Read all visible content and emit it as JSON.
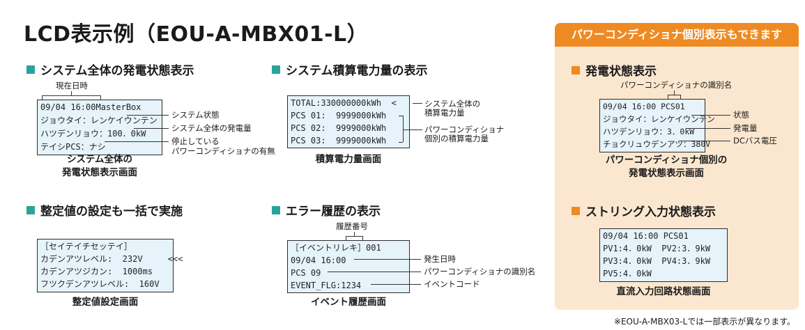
{
  "title": "LCD表示例（EOU-A-MBX01-L）",
  "sections": {
    "overall": {
      "heading": "システム全体の発電状態表示",
      "top_label": "現在日時",
      "lcd": [
        "09/04 16:00MasterBox",
        "ジョウタイ：レンケイウンテン",
        "ハツデンリョウ：100．0kW",
        "テイシPCS：ナシ"
      ],
      "labels": [
        "システム状態",
        "システム全体の発電量",
        "停止している",
        "パワーコンディショナの有無"
      ],
      "caption": [
        "システム全体の",
        "発電状態表示画面"
      ]
    },
    "energy": {
      "heading": "システム積算電力量の表示",
      "lcd": [
        "TOTAL:330000000kWh  <",
        "PCS 01:  9999000kWh",
        "PCS 02:  9999000kWh",
        "PCS 03:  9999000kWh"
      ],
      "labels": [
        "システム全体の",
        "積算電力量",
        "パワーコンディショナ",
        "個別の積算電力量"
      ],
      "caption": "積算電力量画面"
    },
    "settings": {
      "heading": "整定値の設定も一括で実施",
      "lcd": [
        "［セイテイチセッテイ］",
        "カデンアツレベル:  232V     <<<",
        "カデンアツジカン:  1000ms",
        "フツクデンアツレベル:  160V"
      ],
      "caption": "整定値設定画面"
    },
    "error": {
      "heading": "エラー履歴の表示",
      "top_label": "履歴番号",
      "lcd": [
        "［イベントリレキ］001",
        "09/04 16:00",
        "PCS 09",
        "EVENT_FLG:1234"
      ],
      "labels": [
        "発生日時",
        "パワーコンディショナの識別名",
        "イベントコード"
      ],
      "caption": "イベント履歴画面"
    }
  },
  "panel": {
    "header": "パワーコンディショナ個別表示もできます",
    "status": {
      "heading": "発電状態表示",
      "top_label": "パワーコンディショナの識別名",
      "lcd": [
        "09/04 16:00 PCS01",
        "ジョウタイ：レンケイウンテン",
        "ハツデンリョウ：3．0kW",
        "チョクリュウデンアツ：380V"
      ],
      "labels": [
        "状態",
        "発電量",
        "DCバス電圧"
      ],
      "caption": [
        "パワーコンディショナ個別の",
        "発電状態表示画面"
      ]
    },
    "string": {
      "heading": "ストリング入力状態表示",
      "lcd": [
        "09/04 16:00 PCS01",
        "PV1:4．0kW  PV2:3．9kW",
        "PV3:4．0kW  PV4:3．9kW",
        "PV5:4．0kW"
      ],
      "caption": "直流入力回路状態画面"
    }
  },
  "footnote": "※EOU-A-MBX03-Lでは一部表示が異なります。",
  "colors": {
    "accent_teal": "#2aa39a",
    "accent_orange": "#ef8a22",
    "panel_bg": "#fbe7cf",
    "lcd_bg": "#e6f3fb"
  }
}
